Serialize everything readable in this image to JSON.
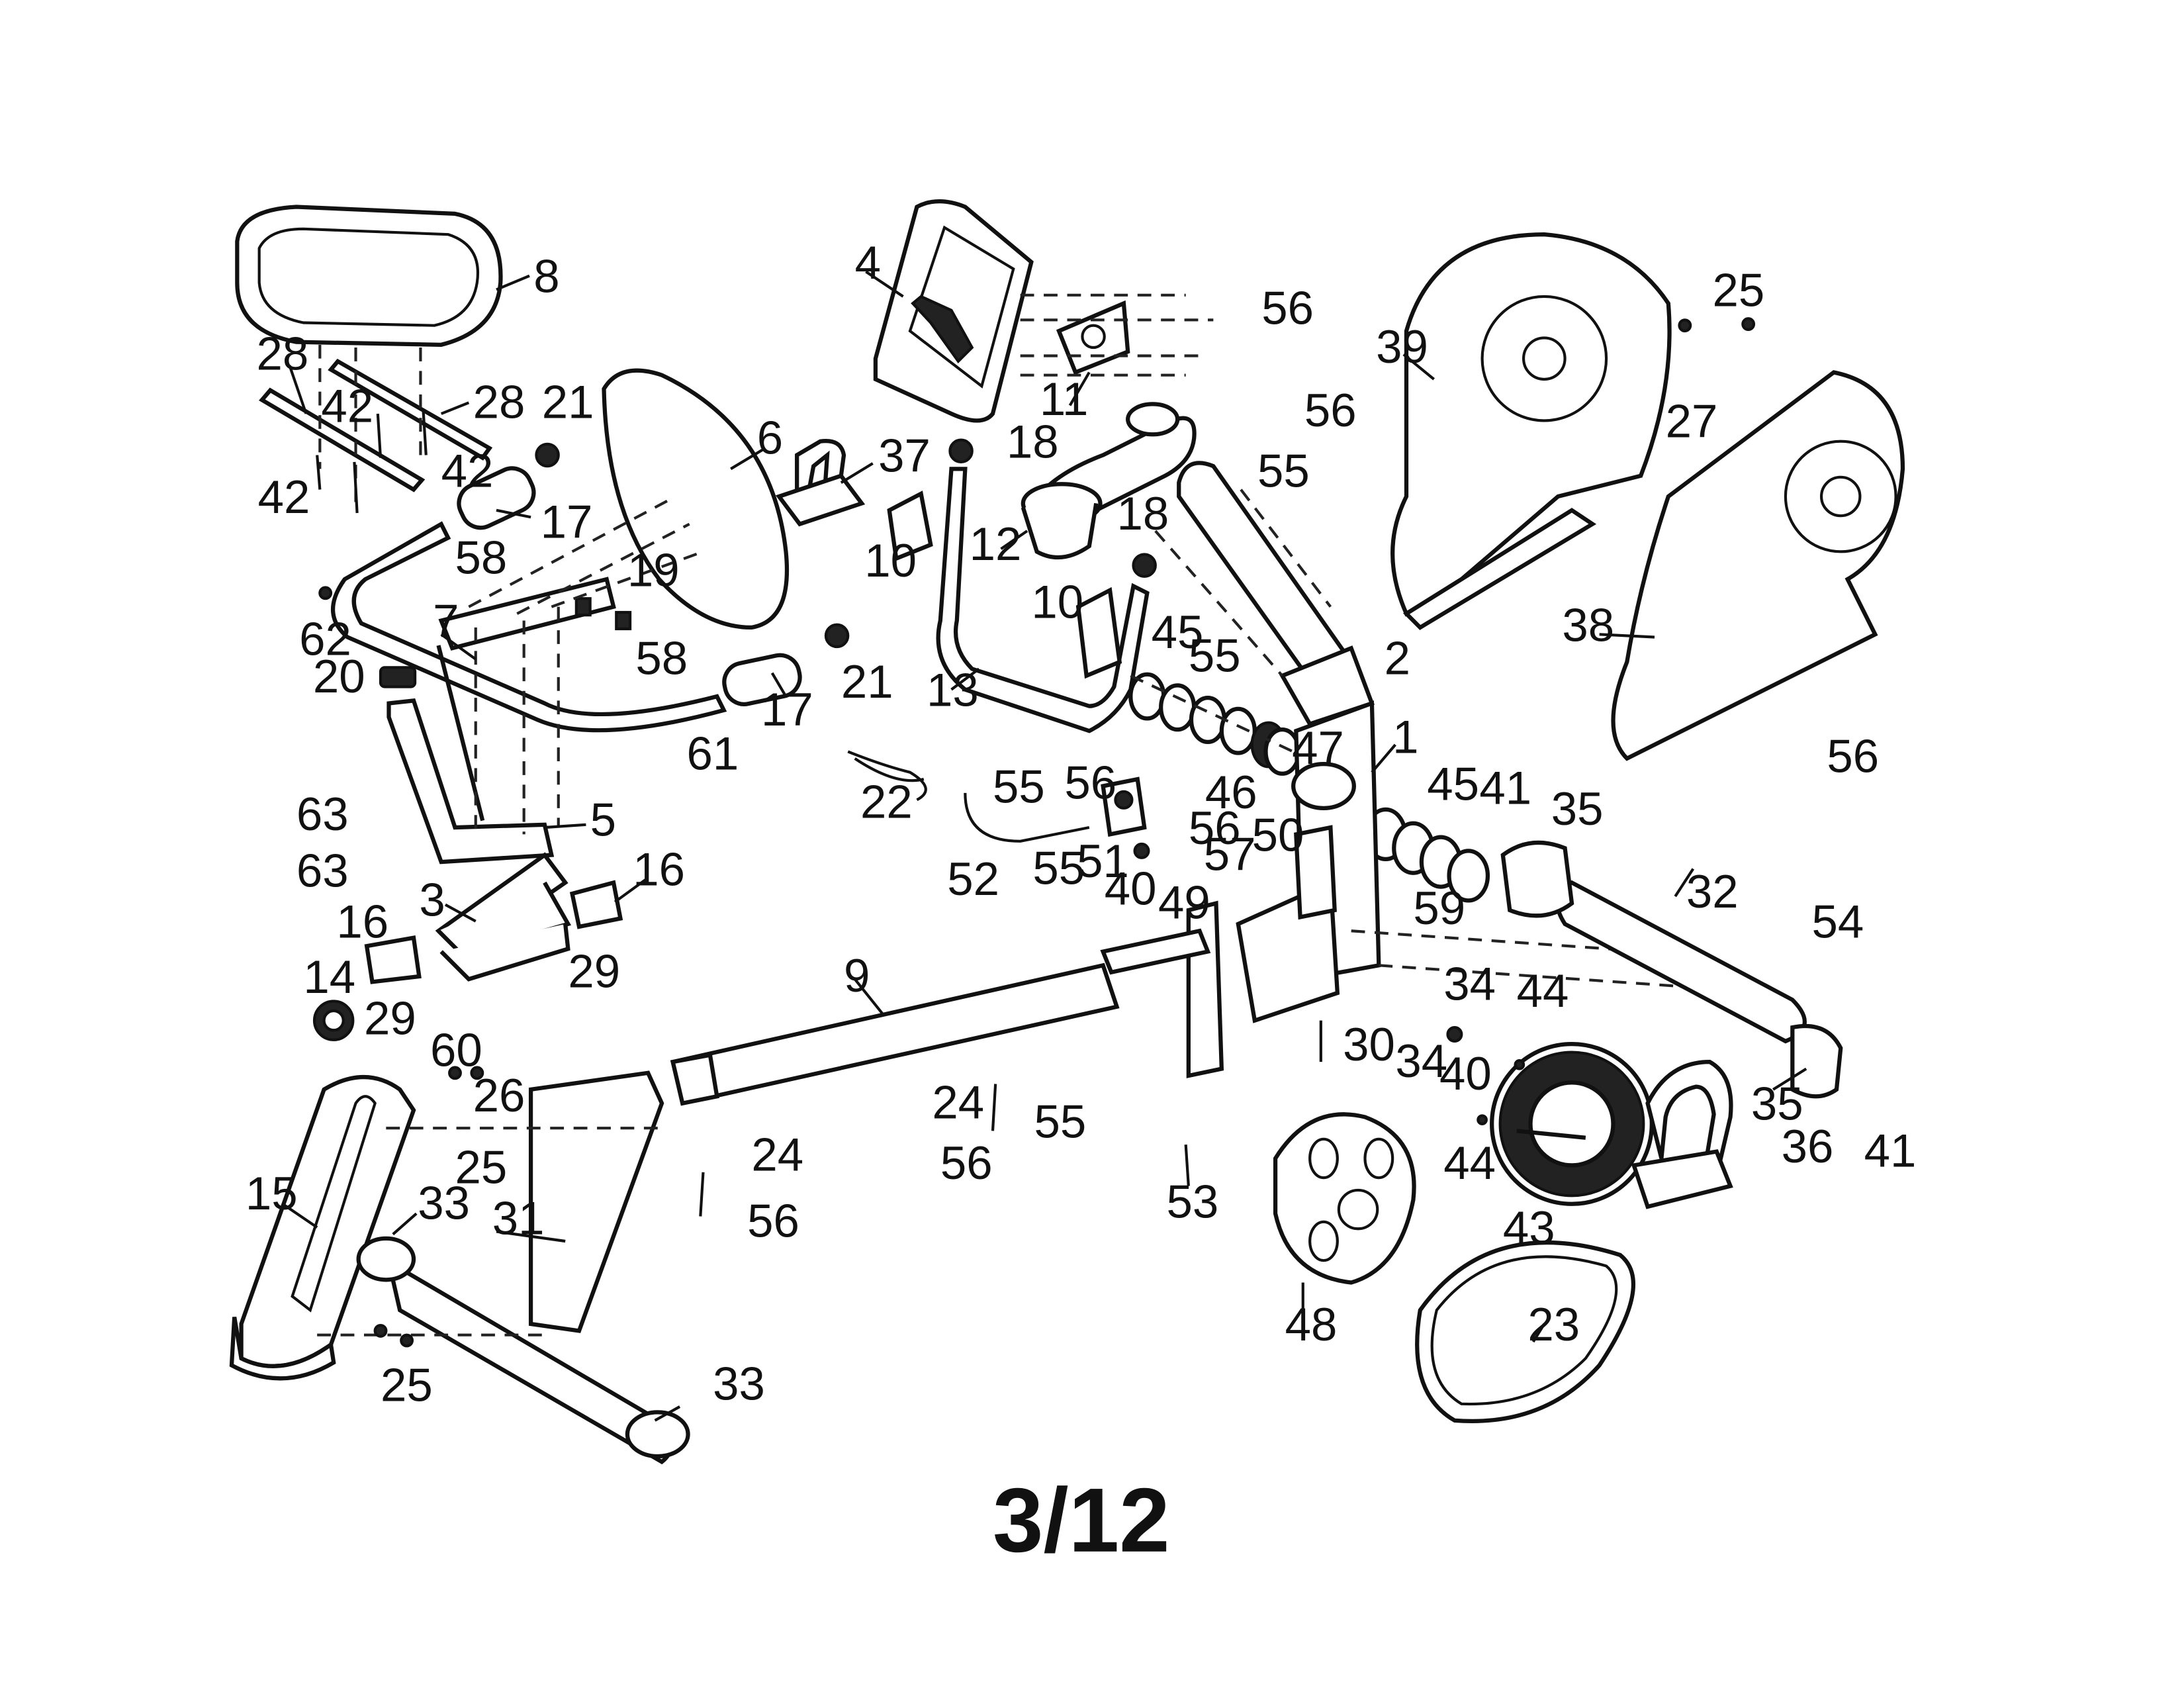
{
  "page_number": "3/12",
  "callouts": [
    "8",
    "28",
    "42",
    "28",
    "42",
    "42",
    "21",
    "17",
    "6",
    "58",
    "19",
    "62",
    "7",
    "58",
    "20",
    "21",
    "17",
    "61",
    "63",
    "63",
    "5",
    "3",
    "16",
    "16",
    "14",
    "29",
    "29",
    "60",
    "26",
    "25",
    "15",
    "33",
    "31",
    "25",
    "33",
    "4",
    "56",
    "11",
    "37",
    "18",
    "10",
    "12",
    "18",
    "10",
    "13",
    "45",
    "55",
    "55",
    "22",
    "56",
    "46",
    "47",
    "56",
    "52",
    "51",
    "40",
    "49",
    "55",
    "57",
    "50",
    "9",
    "24",
    "55",
    "56",
    "24",
    "56",
    "53",
    "30",
    "34",
    "34",
    "40",
    "48",
    "39",
    "25",
    "27",
    "56",
    "55",
    "2",
    "1",
    "45",
    "41",
    "35",
    "32",
    "54",
    "59",
    "44",
    "44",
    "43",
    "36",
    "35",
    "41",
    "38",
    "56",
    "23"
  ]
}
